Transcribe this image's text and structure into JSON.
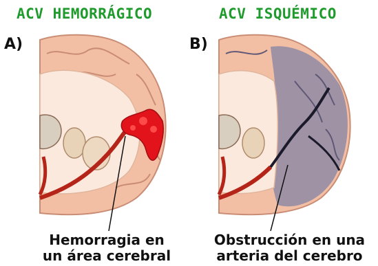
{
  "titles": {
    "left": "ACV HEMORRÁGICO",
    "right": "ACV ISQUÉMICO"
  },
  "panels": {
    "a_label": "A)",
    "b_label": "B)"
  },
  "captions": {
    "left_line1": "Hemorragia en",
    "left_line2": "un área cerebral",
    "right_line1": "Obstrucción en una",
    "right_line2": "arteria del cerebro"
  },
  "colors": {
    "title": "#1f9a2c",
    "cortex": "#f3bfa4",
    "white_matter": "#fbe9de",
    "hemorrhage": "#e3131b",
    "ischemia": "#8f8aa6",
    "artery": "#b52418"
  }
}
